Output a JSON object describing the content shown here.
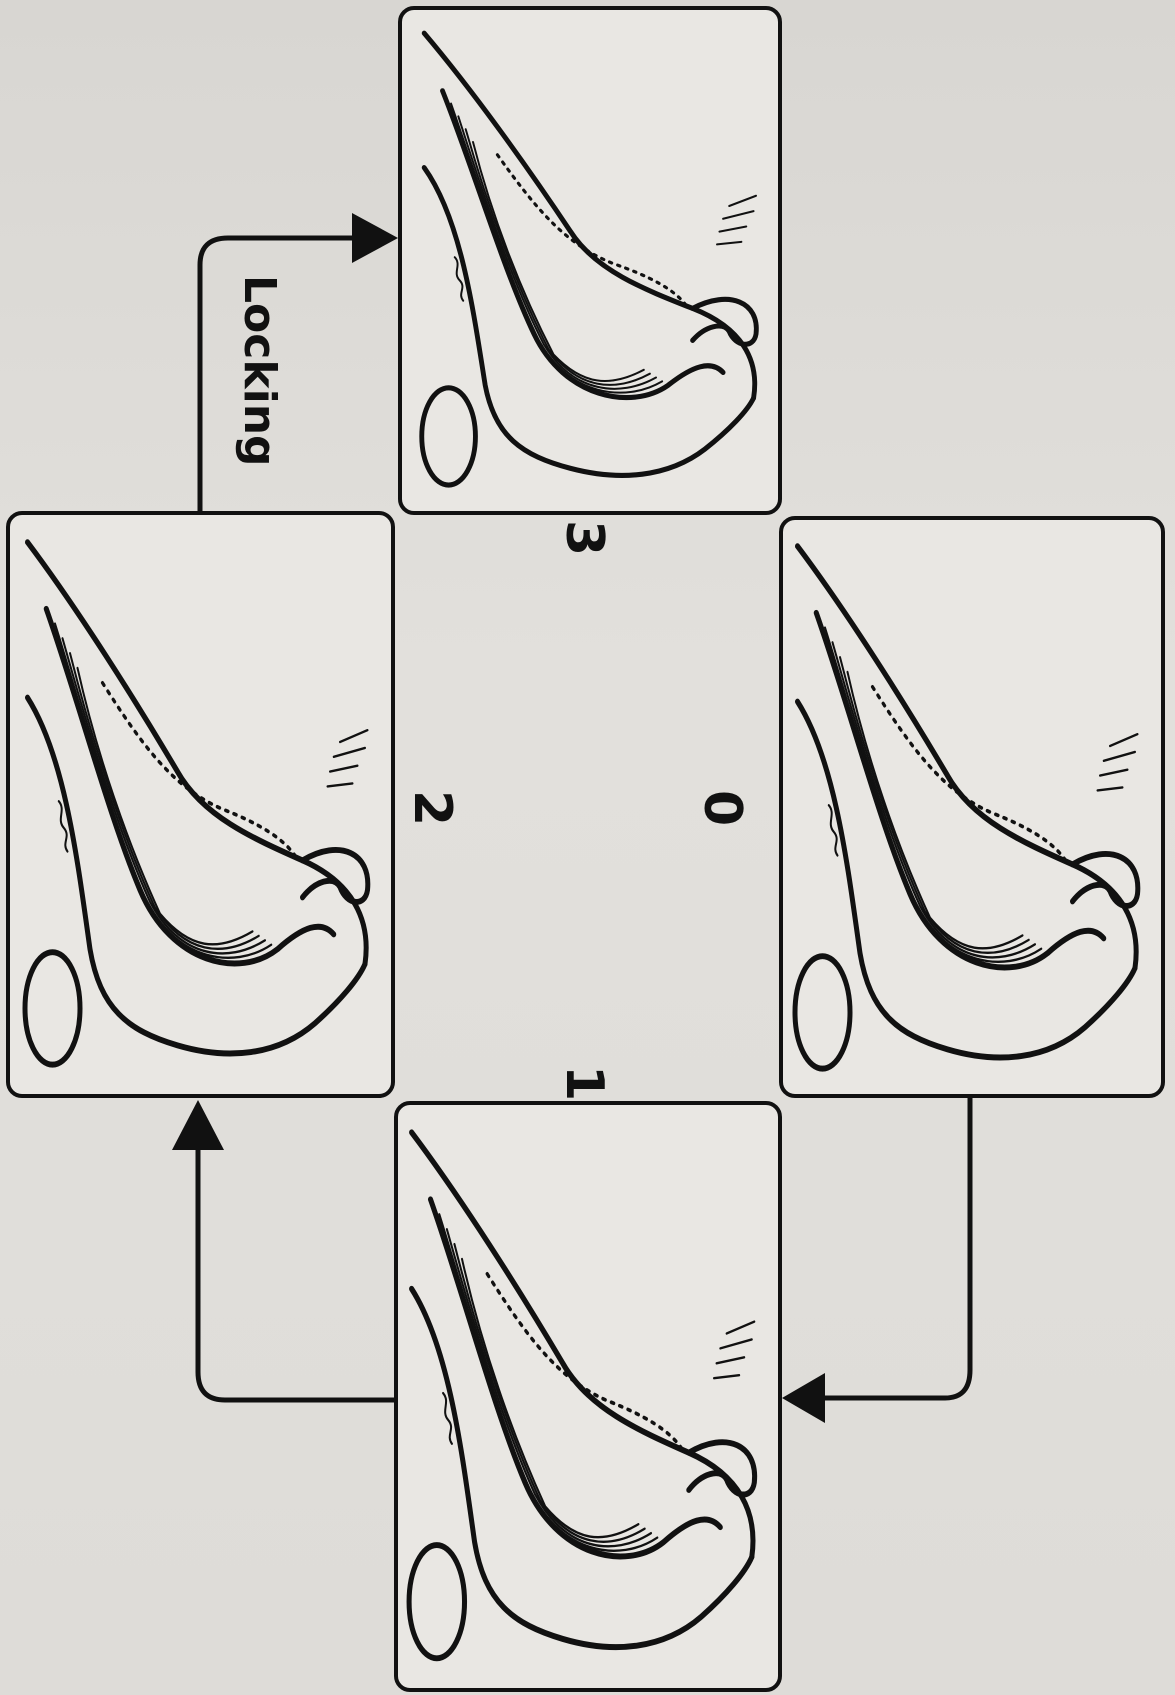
{
  "diagram": {
    "arrow_label": "Locking",
    "stages": [
      {
        "id": "0",
        "label": "0"
      },
      {
        "id": "1",
        "label": "1"
      },
      {
        "id": "2",
        "label": "2"
      },
      {
        "id": "3",
        "label": "3"
      }
    ]
  }
}
